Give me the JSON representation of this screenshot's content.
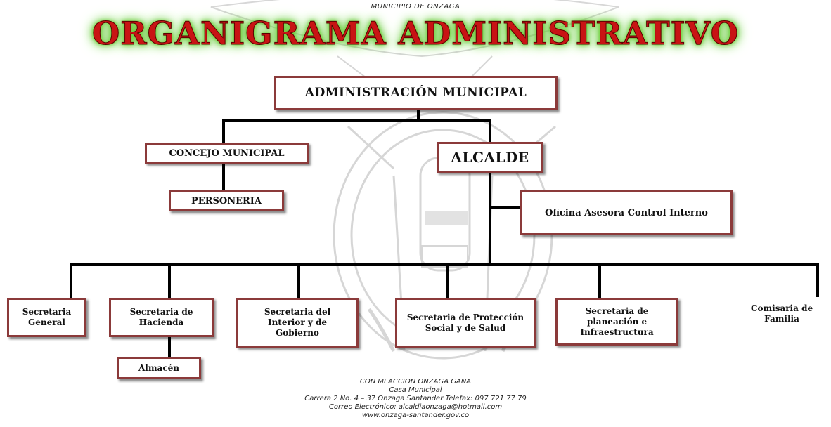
{
  "header": {
    "municipality": "MUNICIPIO DE ONZAGA",
    "title": "ORGANIGRAMA ADMINISTRATIVO"
  },
  "org": {
    "admin": "ADMINISTRACIÓN MUNICIPAL",
    "concejo": "CONCEJO MUNICIPAL",
    "personeria": "PERSONERIA",
    "alcalde": "ALCALDE",
    "control_interno": "Oficina Asesora Control Interno",
    "secretarias": [
      {
        "label": "Secretaria General"
      },
      {
        "label": "Secretaria de Hacienda"
      },
      {
        "label": "Secretaria del Interior y de Gobierno"
      },
      {
        "label": "Secretaria de Protección Social y de Salud"
      },
      {
        "label": "Secretaria de planeación e Infraestructura"
      },
      {
        "label": "Comisaria de Familia"
      }
    ],
    "almacen": "Almacén"
  },
  "footer": {
    "slogan": "CON MI ACCION ONZAGA GANA",
    "casa": "Casa Municipal",
    "address": "Carrera 2 No. 4 – 37 Onzaga Santander Telefax: 097  721 77 79",
    "email": "Correo Electrónico: alcaldiaonzaga@hotmail.com",
    "web": "www.onzaga-santander.gov.co"
  }
}
